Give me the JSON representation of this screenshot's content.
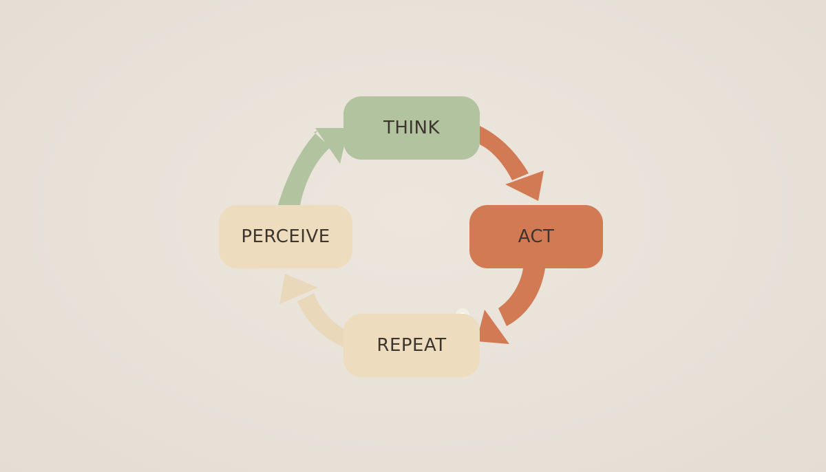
{
  "nodes": {
    "think": {
      "label": "THINK",
      "color": "#b2c39f"
    },
    "act": {
      "label": "ACT",
      "color": "#d27a54"
    },
    "repeat": {
      "label": "REPEAT",
      "color": "#eddcbe"
    },
    "perceive": {
      "label": "PERCEIVE",
      "color": "#eddcbe"
    }
  },
  "arrows": {
    "think_to_act": {
      "color": "#d27a54"
    },
    "act_to_repeat": {
      "color": "#d27a54"
    },
    "repeat_to_perceive": {
      "color": "#ead8bb"
    },
    "perceive_to_think": {
      "color": "#b2c39f"
    }
  },
  "background": "#e9e3da"
}
